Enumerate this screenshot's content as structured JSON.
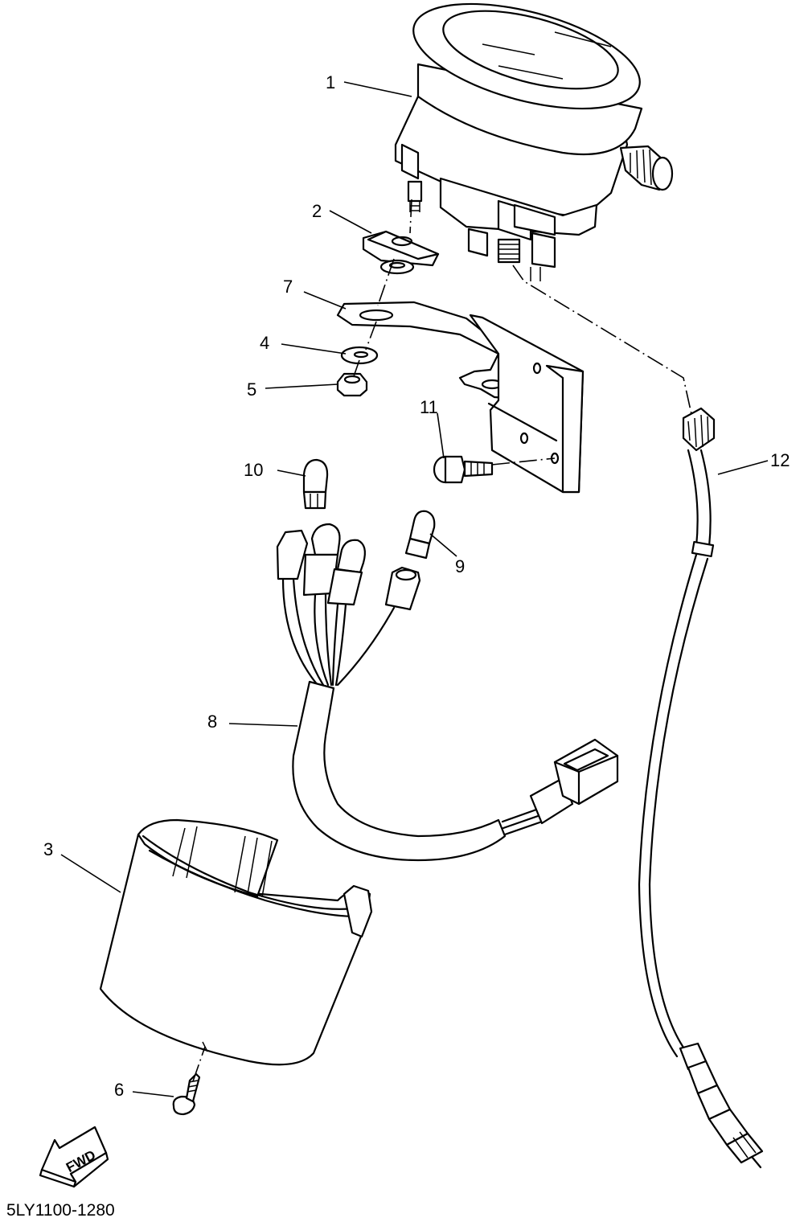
{
  "diagram_code": "5LY1100-1280",
  "fwd_label": "FWD",
  "callouts": [
    {
      "id": "part-1",
      "label": "1"
    },
    {
      "id": "part-2",
      "label": "2"
    },
    {
      "id": "part-3",
      "label": "3"
    },
    {
      "id": "part-4",
      "label": "4"
    },
    {
      "id": "part-5",
      "label": "5"
    },
    {
      "id": "part-6",
      "label": "6"
    },
    {
      "id": "part-7",
      "label": "7"
    },
    {
      "id": "part-8",
      "label": "8"
    },
    {
      "id": "part-9",
      "label": "9"
    },
    {
      "id": "part-10",
      "label": "10"
    },
    {
      "id": "part-11",
      "label": "11"
    },
    {
      "id": "part-12",
      "label": "12"
    }
  ],
  "colors": {
    "line": "#000000",
    "background": "#ffffff"
  }
}
